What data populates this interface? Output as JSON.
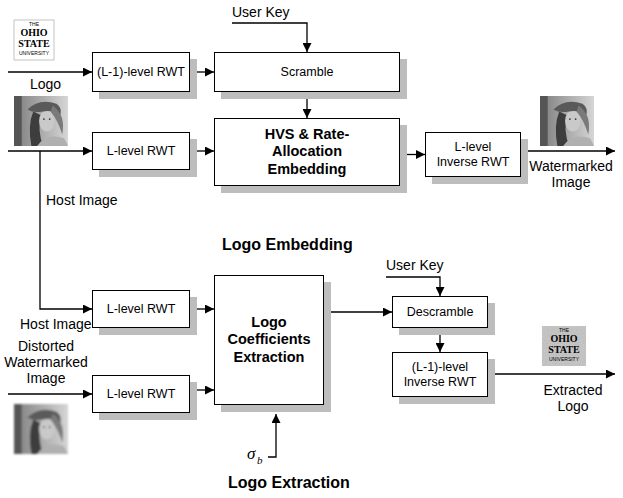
{
  "diagram": {
    "nodes": [
      {
        "text": [
          "(L-1)-level RWT"
        ]
      },
      {
        "text": [
          "Scramble"
        ]
      },
      {
        "text": [
          "L-level RWT"
        ]
      },
      {
        "text": [
          "HVS & Rate-Allocation Embedding"
        ]
      },
      {
        "text": [
          "L-level Inverse RWT"
        ]
      },
      {
        "text": [
          "L-level RWT"
        ]
      },
      {
        "text": [
          "Logo Coefficients Extraction"
        ]
      },
      {
        "text": [
          "Descramble"
        ]
      },
      {
        "text": [
          "L-level RWT"
        ]
      },
      {
        "text": [
          "(L-1)-level Inverse RWT"
        ]
      }
    ],
    "edges": [
      {
        "from": 0,
        "to": 1,
        "arrow": "to"
      },
      {
        "from": 1,
        "to": 3,
        "arrow": "to"
      },
      {
        "from": 2,
        "to": 3,
        "arrow": "to"
      },
      {
        "from": 3,
        "to": 4,
        "arrow": "to"
      },
      {
        "from": 5,
        "to": 6,
        "arrow": "to"
      },
      {
        "from": 8,
        "to": 6,
        "arrow": "to"
      },
      {
        "from": 6,
        "to": 7,
        "arrow": "to"
      },
      {
        "from": 7,
        "to": 9,
        "arrow": "to"
      }
    ],
    "labels": [
      "User Key",
      "THE",
      "OHIO",
      "STATE",
      "UNIVERSITY",
      "Logo",
      "Host Image",
      "Watermarked Image",
      "Logo Embedding",
      "User Key",
      "Host Image",
      "Distorted Watermarked Image",
      "THE",
      "OHIO",
      "STATE",
      "UNIVERSITY",
      "Extracted Logo",
      "σ",
      "b",
      "Logo Extraction"
    ]
  }
}
